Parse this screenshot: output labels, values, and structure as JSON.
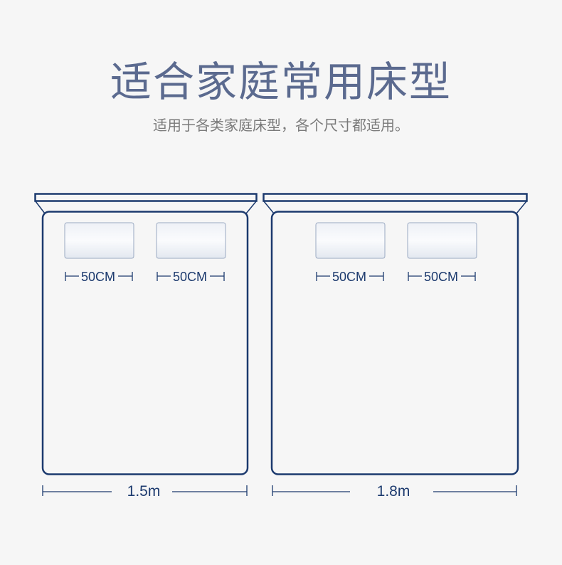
{
  "header": {
    "title": "适合家庭常用床型",
    "subtitle": "适用于各类家庭床型，各个尺寸都适用。"
  },
  "beds": [
    {
      "width_label": "1.5m",
      "pillows": [
        {
          "label": "50CM"
        },
        {
          "label": "50CM"
        }
      ]
    },
    {
      "width_label": "1.8m",
      "pillows": [
        {
          "label": "50CM"
        },
        {
          "label": "50CM"
        }
      ]
    }
  ],
  "colors": {
    "line": "#1c3a6e",
    "title": "#5b6a8f",
    "background": "#f6f6f6"
  }
}
